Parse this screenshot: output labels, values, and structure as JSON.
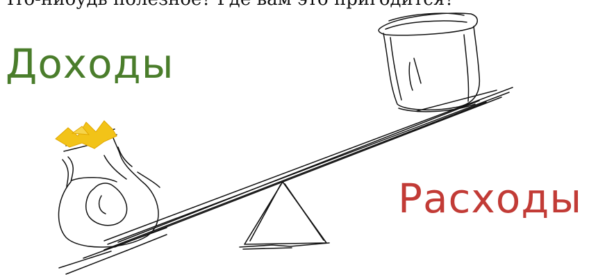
{
  "caption": "Что-нибудь полезное? Где вам это пригодится?",
  "labels": {
    "income": "Доходы",
    "expense": "Расходы"
  },
  "colors": {
    "income": "#4a7d2b",
    "expense": "#c23b36",
    "coins": "#f2c318",
    "ink": "#111111"
  },
  "icons": {
    "money_bag": "money-bag-icon",
    "pot": "pot-icon",
    "seesaw": "seesaw-icon"
  }
}
